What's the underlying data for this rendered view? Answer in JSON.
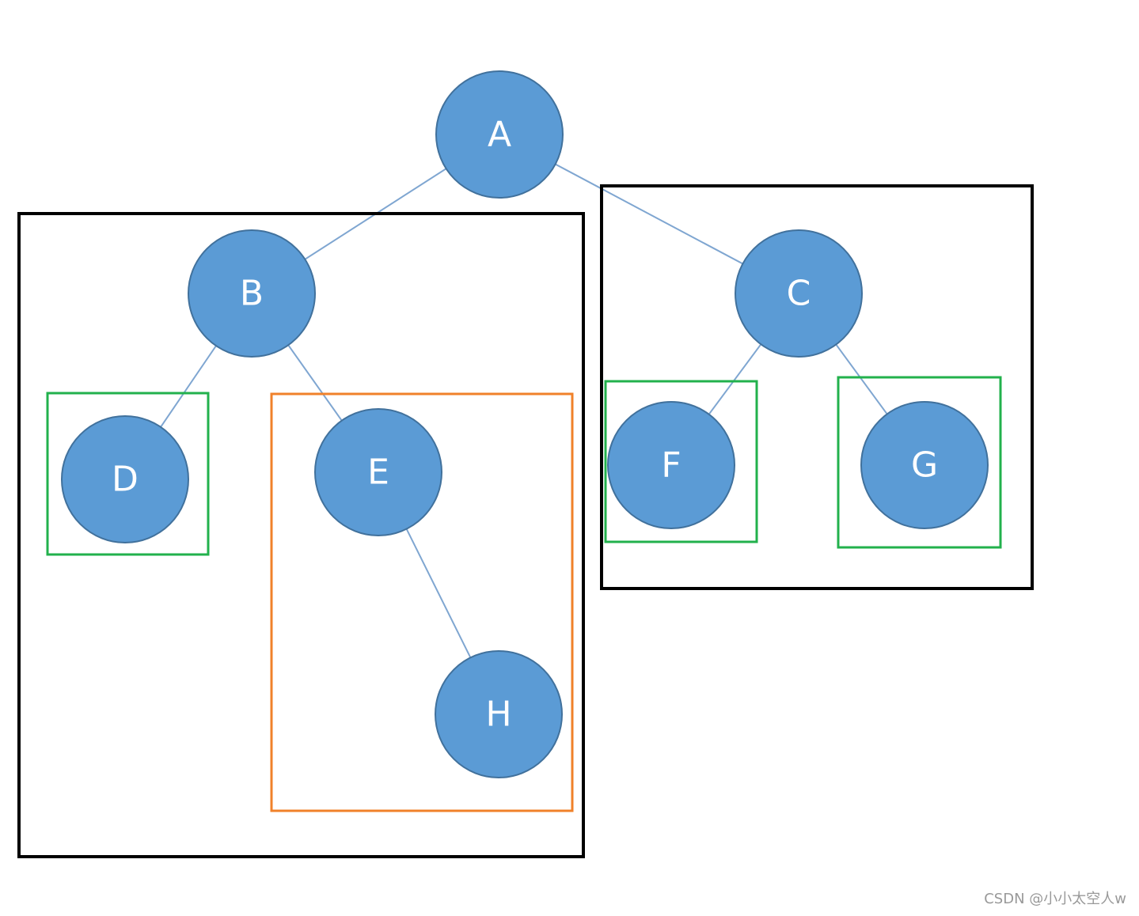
{
  "colors": {
    "node_fill": "#5b9bd5",
    "edge": "#7fa6d1",
    "subtree_frame": "#000000",
    "leaf_frame": "#22b14c",
    "inner_frame": "#f0812a"
  },
  "nodes": [
    {
      "id": "A",
      "label": "A"
    },
    {
      "id": "B",
      "label": "B"
    },
    {
      "id": "C",
      "label": "C"
    },
    {
      "id": "D",
      "label": "D"
    },
    {
      "id": "E",
      "label": "E"
    },
    {
      "id": "F",
      "label": "F"
    },
    {
      "id": "G",
      "label": "G"
    },
    {
      "id": "H",
      "label": "H"
    }
  ],
  "edges": [
    {
      "from": "A",
      "to": "B"
    },
    {
      "from": "A",
      "to": "C"
    },
    {
      "from": "B",
      "to": "D"
    },
    {
      "from": "B",
      "to": "E"
    },
    {
      "from": "E",
      "to": "H"
    },
    {
      "from": "C",
      "to": "F"
    },
    {
      "from": "C",
      "to": "G"
    }
  ],
  "frames": [
    {
      "id": "left-subtree",
      "kind": "subtree",
      "encloses": [
        "B",
        "D",
        "E",
        "H"
      ]
    },
    {
      "id": "right-subtree",
      "kind": "subtree",
      "encloses": [
        "C",
        "F",
        "G"
      ]
    },
    {
      "id": "leaf-d",
      "kind": "leaf",
      "encloses": [
        "D"
      ]
    },
    {
      "id": "subtree-e",
      "kind": "inner",
      "encloses": [
        "E",
        "H"
      ]
    },
    {
      "id": "leaf-f",
      "kind": "leaf",
      "encloses": [
        "F"
      ]
    },
    {
      "id": "leaf-g",
      "kind": "leaf",
      "encloses": [
        "G"
      ]
    }
  ],
  "watermark": "CSDN @小小太空人w"
}
